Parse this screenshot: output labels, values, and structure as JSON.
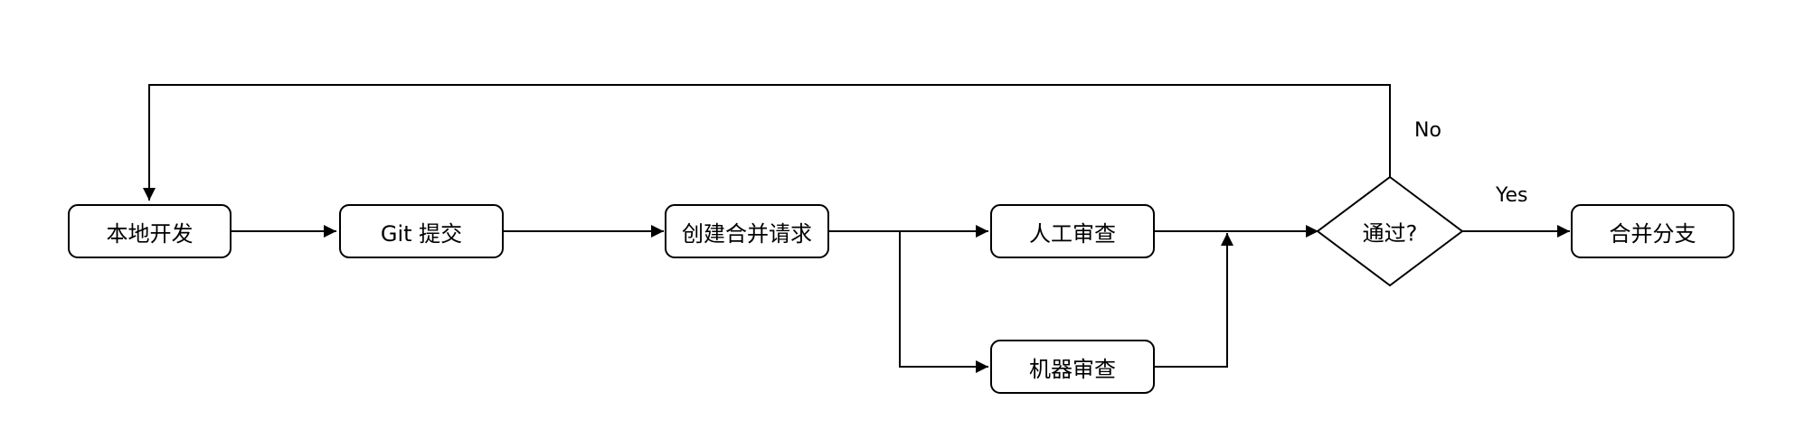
{
  "diagram": {
    "nodes": {
      "local_dev": "本地开发",
      "git_commit": "Git 提交",
      "create_pr": "创建合并请求",
      "manual_review": "人工审查",
      "machine_review": "机器审查",
      "decision": "通过?",
      "merge_branch": "合并分支"
    },
    "edge_labels": {
      "no": "No",
      "yes": "Yes"
    },
    "colors": {
      "stroke": "#000000",
      "fill": "#ffffff"
    }
  }
}
